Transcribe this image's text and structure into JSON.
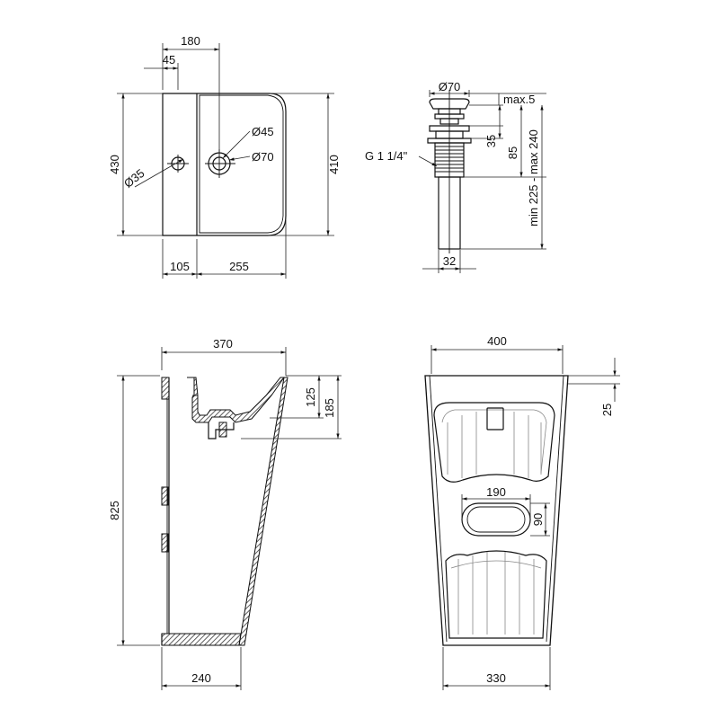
{
  "top_view": {
    "width_total": "430",
    "width_inner": "410",
    "offset_top": "180",
    "offset_small": "45",
    "hole_left": "Ø35",
    "hole_drain_inner": "Ø45",
    "hole_drain_outer": "Ø70",
    "len_left": "105",
    "len_right": "255"
  },
  "drain_view": {
    "cap_dia": "Ø70",
    "cap_height": "max.5",
    "thread": "G 1 1/4\"",
    "h1": "35",
    "h2": "85",
    "range": "min 225 - max 240",
    "pipe_dia": "32"
  },
  "side_view": {
    "top_len": "370",
    "depth_inner": "125",
    "depth_outer": "185",
    "height": "825",
    "base_len": "240"
  },
  "front_view": {
    "top_len": "400",
    "rim": "25",
    "slot_w": "190",
    "slot_h": "90",
    "base_len": "330"
  }
}
